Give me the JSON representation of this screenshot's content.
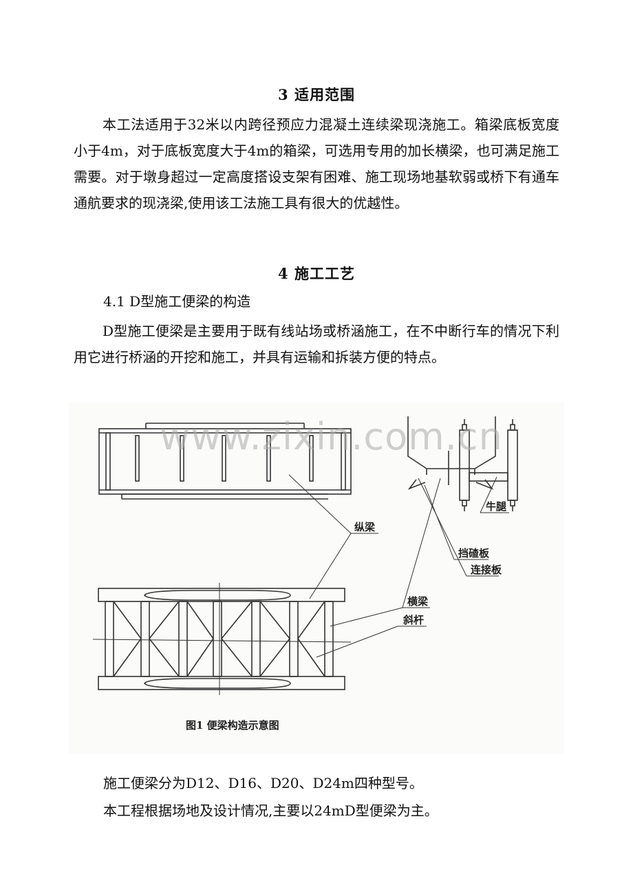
{
  "section3": {
    "title": "3 适用范围",
    "paragraph": "本工法适用于32米以内跨径预应力混凝土连续梁现浇施工。箱梁底板宽度小于4m，对于底板宽度大于4m的箱梁，可选用专用的加长横梁，也可满足施工需要。对于墩身超过一定高度搭设支架有困难、施工现场地基软弱或桥下有通车通航要求的现浇梁,使用该工法施工具有很大的优越性。"
  },
  "section4": {
    "title": "4 施工工艺",
    "subsection": "4.1 D型施工便梁的构造",
    "paragraph": "D型施工便梁是主要用于既有线站场或桥涵施工，在不中断行车的情况下利用它进行桥涵的开挖和施工，并具有运输和拆装方便的特点。"
  },
  "figure": {
    "watermark": "www.zixin.com.cn",
    "labels": {
      "longitudinal_beam": "纵梁",
      "bracket": "牛腿",
      "ballast_plate": "挡碴板",
      "connecting_plate": "连接板",
      "cross_beam": "横梁",
      "diagonal_bar": "斜杆"
    },
    "caption": "图1  便梁构造示意图"
  },
  "closing": {
    "line1": "施工便梁分为D12、D16、D20、D24m四种型号。",
    "line2": "本工程根据场地及设计情况,主要以24mD型便梁为主。"
  }
}
